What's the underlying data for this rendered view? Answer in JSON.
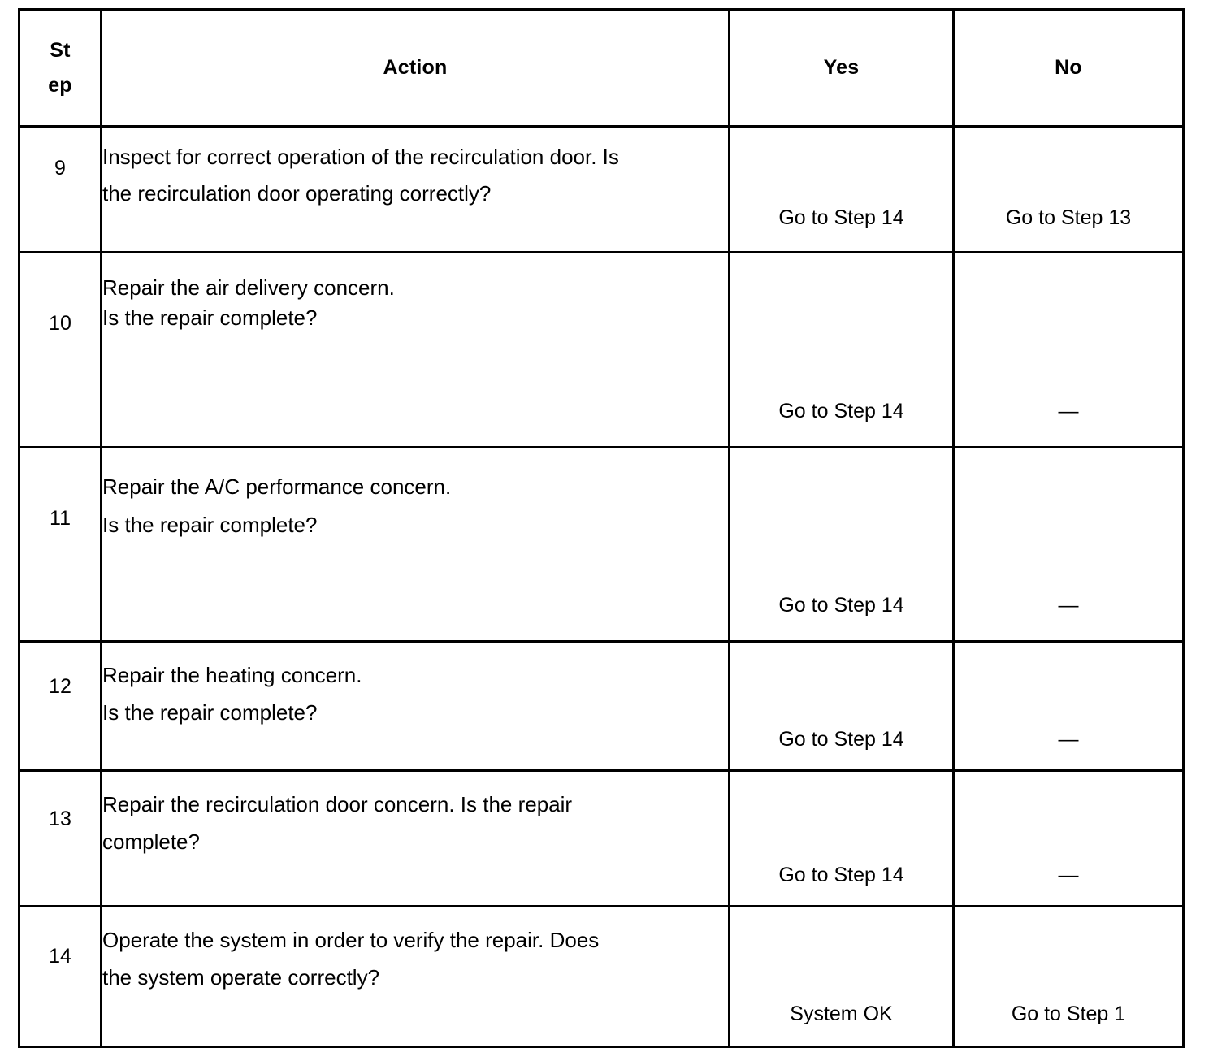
{
  "table": {
    "headers": {
      "step_line1": "St",
      "step_line2": "ep",
      "action": "Action",
      "yes": "Yes",
      "no": "No"
    },
    "rows": [
      {
        "step": "9",
        "action_line1": "Inspect for correct operation of the recirculation door. Is",
        "action_line2": "the recirculation door operating correctly?",
        "yes": "Go to Step 14",
        "no": "Go to Step 13"
      },
      {
        "step": "10",
        "action_line1": "Repair the air delivery concern.",
        "action_line2": "Is the repair complete?",
        "yes": "Go to Step 14",
        "no": "—"
      },
      {
        "step": "11",
        "action_line1": "Repair the A/C performance concern.",
        "action_line2": "Is the repair complete?",
        "yes": "Go to Step 14",
        "no": "—"
      },
      {
        "step": "12",
        "action_line1": "Repair the heating concern.",
        "action_line2": "Is the repair complete?",
        "yes": "Go to Step 14",
        "no": "—"
      },
      {
        "step": "13",
        "action_line1": "Repair the recirculation door concern. Is the repair",
        "action_line2": "complete?",
        "yes": "Go to Step 14",
        "no": "—"
      },
      {
        "step": "14",
        "action_line1": "Operate the system in order to verify the repair. Does",
        "action_line2": "the system operate correctly?",
        "yes": "System OK",
        "no": "Go to Step 1"
      }
    ]
  },
  "colors": {
    "ink": "#000000",
    "paper": "#ffffff"
  }
}
